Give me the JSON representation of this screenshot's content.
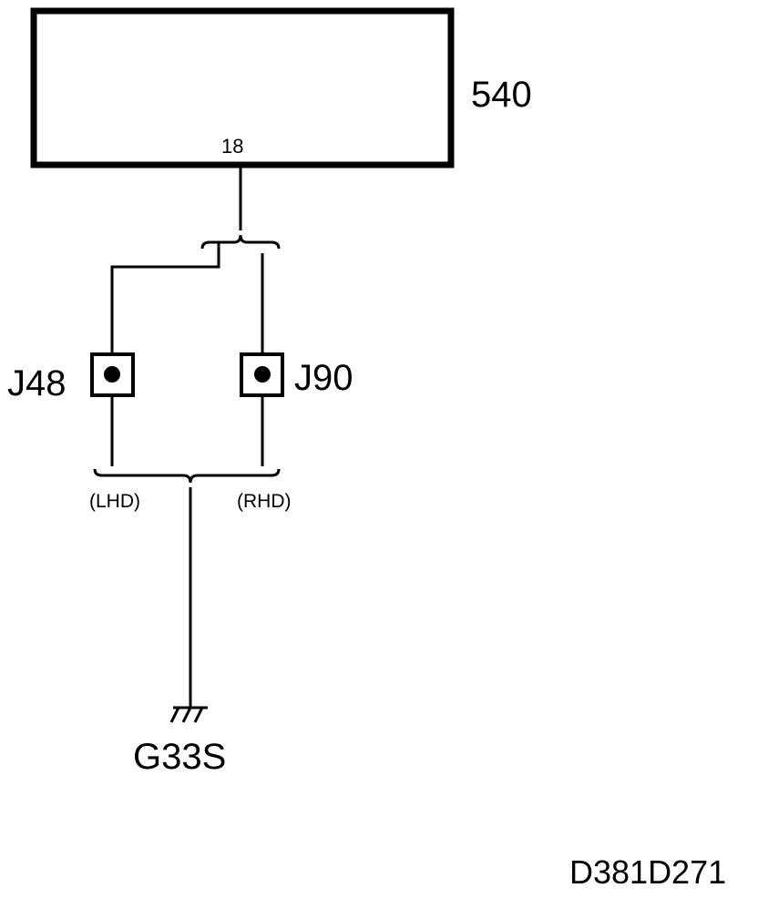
{
  "diagram": {
    "component": {
      "id": "540",
      "pin": "18"
    },
    "splices": [
      {
        "id": "J48",
        "variant": "(LHD)"
      },
      {
        "id": "J90",
        "variant": "(RHD)"
      }
    ],
    "ground": {
      "id": "G33S"
    },
    "figure_code": "D381D271",
    "colors": {
      "line": "#000000",
      "background": "#ffffff"
    }
  }
}
